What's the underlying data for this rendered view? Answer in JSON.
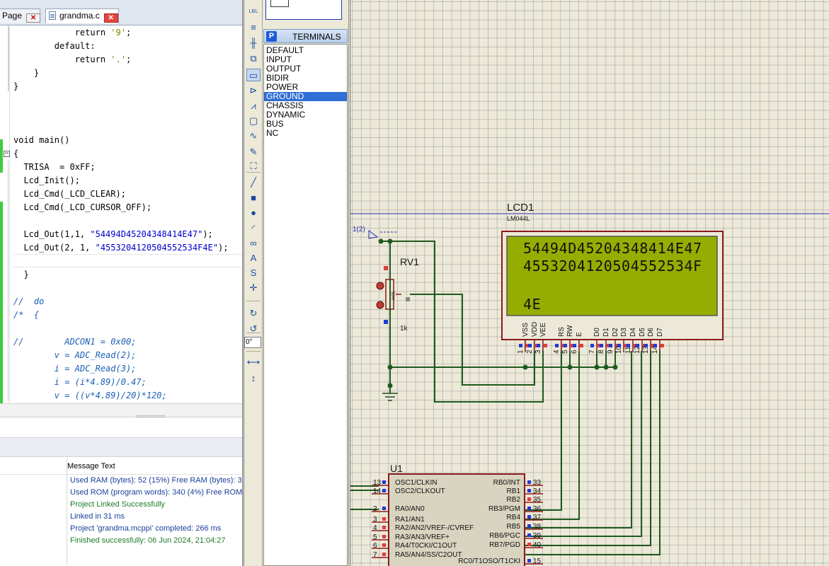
{
  "editor": {
    "tabs": [
      {
        "label": "Page",
        "close": "✕"
      },
      {
        "label": "grandma.c",
        "close": "✕"
      }
    ],
    "code_lines": [
      "            return '9';",
      "        default:",
      "            return '.';",
      "    }",
      "}",
      "",
      "",
      "",
      "void main()",
      "{",
      "  TRISA  = 0xFF;",
      "  Lcd_Init();",
      "  Lcd_Cmd(_LCD_CLEAR);",
      "  Lcd_Cmd(_LCD_CURSOR_OFF);",
      "",
      "  Lcd_Out(1,1, \"54494D45204348414E47\");",
      "  Lcd_Out(2, 1, \"4553204120504552534F4E\");",
      "",
      "  }",
      "",
      "//  do",
      "/*  {",
      "",
      "//        ADCON1 = 0x00;",
      "        v = ADC_Read(2);",
      "        i = ADC_Read(3);",
      "        i = (i*4.89)/0.47;",
      "        v = ((v*4.89)/20)*120;"
    ],
    "fold_symbol": "−"
  },
  "messages": {
    "header": "Message Text",
    "lines": [
      "Used RAM (bytes): 52 (15%)  Free RAM (bytes): 3",
      "Used ROM (program words): 340 (4%)  Free ROM",
      "Project Linked Successfully",
      "Linked in 31 ms",
      "Project 'grandma.mcppi' completed: 266 ms",
      "Finished successfully: 06 Jun 2024, 21:04:27"
    ]
  },
  "tools": [
    {
      "name": "label-mode-icon",
      "glyph": "LBL"
    },
    {
      "name": "text-script-icon",
      "glyph": "≡"
    },
    {
      "name": "bus-mode-icon",
      "glyph": "╫"
    },
    {
      "name": "subcircuit-mode-icon",
      "glyph": "⧉"
    },
    {
      "name": "terminals-mode-icon",
      "glyph": "▭"
    },
    {
      "name": "device-pins-mode-icon",
      "glyph": "⊳"
    },
    {
      "name": "graph-mode-icon",
      "glyph": "⩘"
    },
    {
      "name": "tape-recorder-icon",
      "glyph": "▢"
    },
    {
      "name": "generator-mode-icon",
      "glyph": "∿"
    },
    {
      "name": "voltage-probe-icon",
      "glyph": "✎"
    },
    {
      "name": "virtual-instruments-icon",
      "glyph": "⛶"
    },
    {
      "name": "line-mode-icon",
      "glyph": "╱"
    },
    {
      "name": "box-mode-icon",
      "glyph": "■"
    },
    {
      "name": "circle-mode-icon",
      "glyph": "●"
    },
    {
      "name": "arc-mode-icon",
      "glyph": "◜"
    },
    {
      "name": "path-mode-icon",
      "glyph": "∞"
    },
    {
      "name": "text-mode-icon",
      "glyph": "A"
    },
    {
      "name": "symbol-mode-icon",
      "glyph": "S"
    },
    {
      "name": "marker-mode-icon",
      "glyph": "✛"
    },
    {
      "name": "rotate-clockwise-icon",
      "glyph": "↻"
    },
    {
      "name": "rotate-anticlockwise-icon",
      "glyph": "↺"
    },
    {
      "name": "mirror-horizontal-icon",
      "glyph": "⟷"
    },
    {
      "name": "mirror-vertical-icon",
      "glyph": "↕"
    }
  ],
  "rotation_angle": "0°",
  "selector": {
    "badge": "P",
    "title": "TERMINALS",
    "items": [
      "DEFAULT",
      "INPUT",
      "OUTPUT",
      "BIDIR",
      "POWER",
      "GROUND",
      "CHASSIS",
      "DYNAMIC",
      "BUS",
      "NC"
    ],
    "selected": "GROUND"
  },
  "schematic": {
    "lcd": {
      "ref": "LCD1",
      "part": "LM044L",
      "rows": [
        "54494D45204348414E47",
        "4553204120504552534F",
        "",
        "4E"
      ],
      "pin_names": [
        "VSS",
        "VDD",
        "VEE",
        "RS",
        "RW",
        "E",
        "D0",
        "D1",
        "D2",
        "D3",
        "D4",
        "D5",
        "D6",
        "D7"
      ],
      "pin_numbers": [
        "1",
        "2",
        "3",
        "4",
        "5",
        "6",
        "7",
        "8",
        "9",
        "10",
        "11",
        "12",
        "13",
        "14"
      ]
    },
    "pot": {
      "ref": "RV1",
      "value": "1k",
      "body_text": "50%"
    },
    "terminal_label": "1(2)",
    "mcu": {
      "ref": "U1",
      "left_pins": [
        {
          "num": "13",
          "name": "OSC1/CLKIN"
        },
        {
          "num": "14",
          "name": "OSC2/CLKOUT"
        },
        {
          "num": "2",
          "name": "RA0/AN0"
        },
        {
          "num": "3",
          "name": "RA1/AN1"
        },
        {
          "num": "4",
          "name": "RA2/AN2/VREF-/CVREF"
        },
        {
          "num": "5",
          "name": "RA3/AN3/VREF+"
        },
        {
          "num": "6",
          "name": "RA4/T0CKI/C1OUT"
        },
        {
          "num": "7",
          "name": "RA5/AN4/SS/C2OUT"
        }
      ],
      "right_pins": [
        {
          "num": "33",
          "name": "RB0/INT"
        },
        {
          "num": "34",
          "name": "RB1"
        },
        {
          "num": "35",
          "name": "RB2"
        },
        {
          "num": "36",
          "name": "RB3/PGM"
        },
        {
          "num": "37",
          "name": "RB4"
        },
        {
          "num": "38",
          "name": "RB5"
        },
        {
          "num": "39",
          "name": "RB6/PGC"
        },
        {
          "num": "40",
          "name": "RB7/PGD"
        },
        {
          "num": "15",
          "name": "RC0/T1OSO/T1CKI"
        }
      ]
    }
  }
}
